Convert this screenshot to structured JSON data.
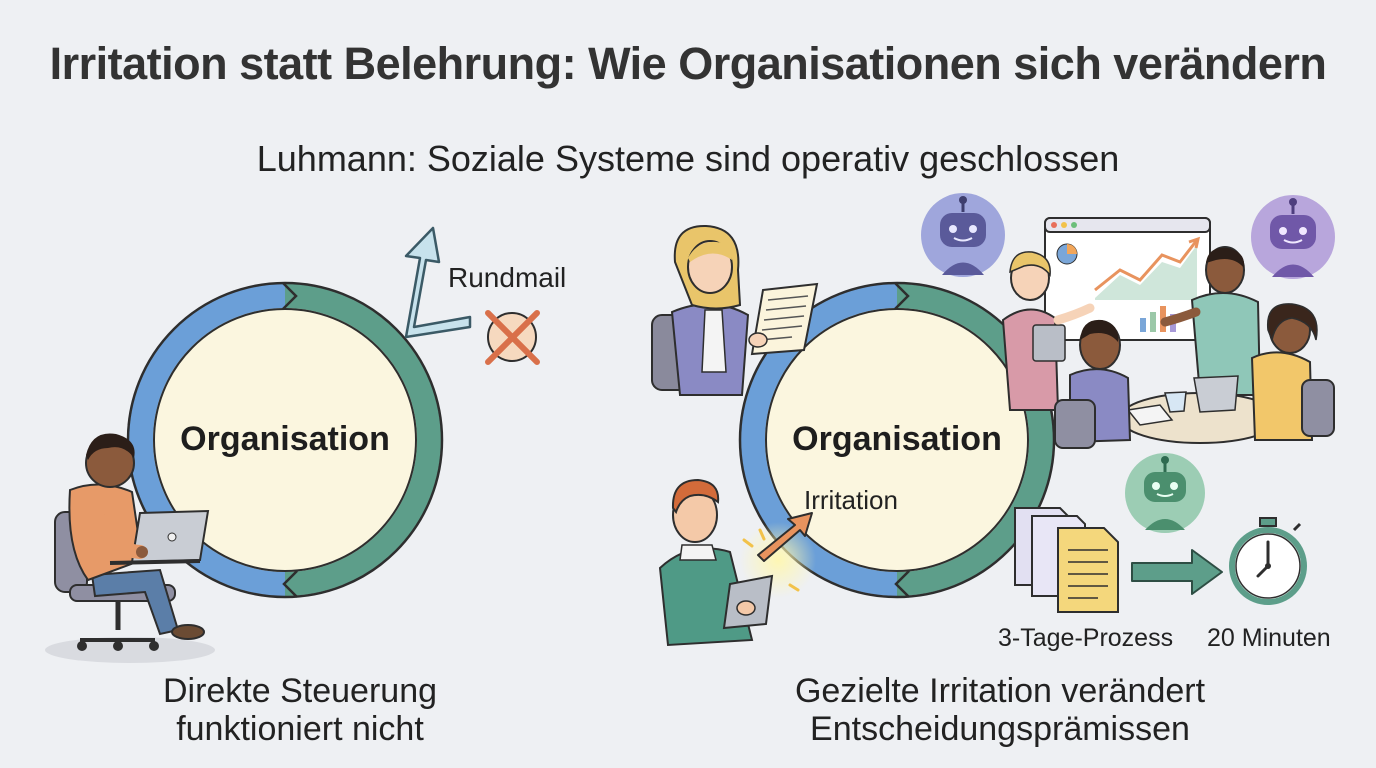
{
  "title": "Irritation statt Belehrung: Wie Organisationen sich verändern",
  "subtitle": "Luhmann: Soziale Systeme sind operativ geschlossen",
  "left_panel": {
    "circle_label": "Organisation",
    "rundmail_label": "Rundmail",
    "caption_line1": "Direkte Steuerung",
    "caption_line2": "funktioniert nicht"
  },
  "right_panel": {
    "circle_label": "Organisation",
    "irritation_label": "Irritation",
    "process_before": "3-Tage-Prozess",
    "process_after": "20 Minuten",
    "caption_line1": "Gezielte Irritation verändert",
    "caption_line2": "Entscheidungsprämissen"
  },
  "colors": {
    "ring_blue": "#6b9fd8",
    "ring_teal": "#5d9e8a",
    "circle_fill": "#fbf6df",
    "accent_orange": "#e8935e",
    "robot_purple": "#9a8fd0",
    "robot_teal": "#7fbf9e"
  }
}
